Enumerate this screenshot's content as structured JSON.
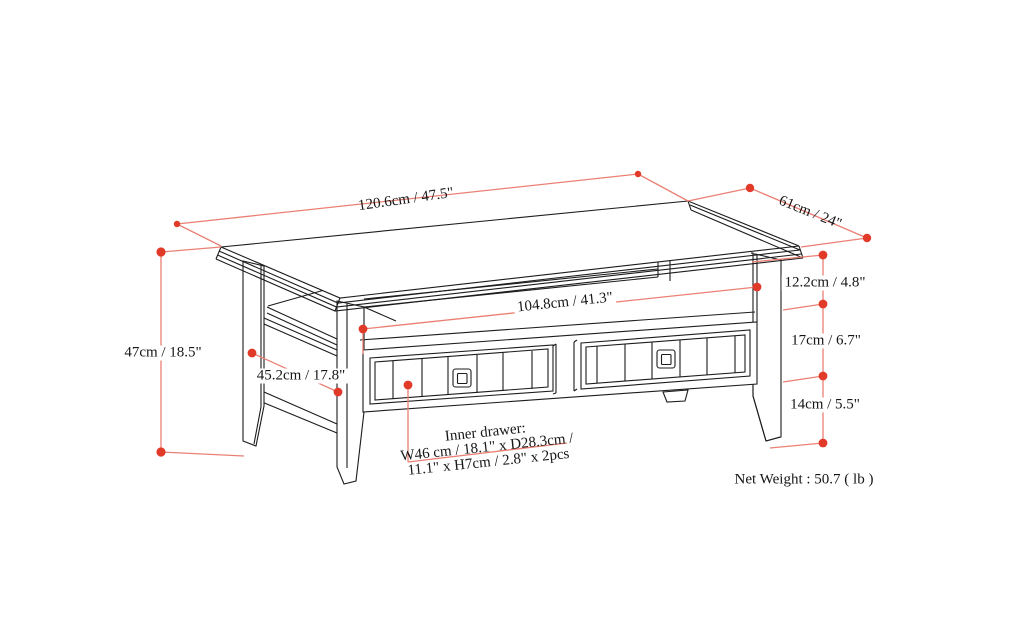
{
  "diagram": {
    "title": "coffee table dimension diagram",
    "dims": {
      "length": "120.6cm / 47.5\"",
      "depth": "61cm / 24\"",
      "height": "47cm / 18.5\"",
      "side_depth": "45.2cm / 17.8\"",
      "inner_width": "104.8cm / 41.3\"",
      "top_gap": "12.2cm / 4.8\"",
      "drawer_section_height": "17cm / 6.7\"",
      "leg_clearance": "14cm / 5.5\""
    },
    "inner_drawer": {
      "line1": "Inner drawer:",
      "line2": "W46 cm / 18.1\" x D28.3cm /",
      "line3": "11.1\" x H7cm / 2.8\" x 2pcs",
      "quantity": "2pcs"
    },
    "net_weight": "Net Weight : 50.7 ( lb )",
    "colors": {
      "dimension_line": "#ea8075",
      "dimension_dot": "#e23a28",
      "line_art": "#1c1c1c",
      "background": "#ffffff"
    }
  }
}
